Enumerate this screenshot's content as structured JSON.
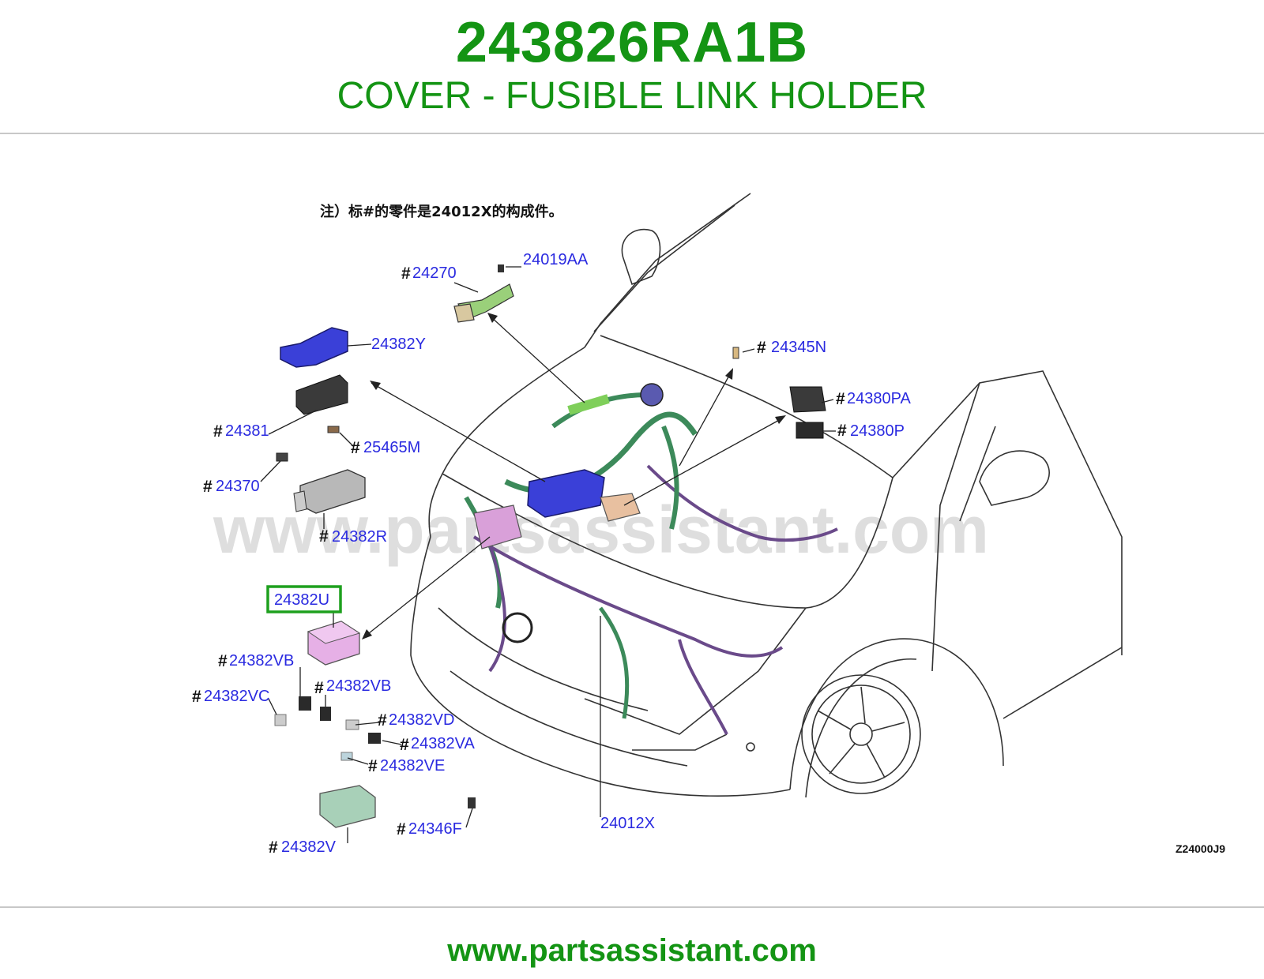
{
  "header": {
    "part_number": "243826RA1B",
    "description": "COVER - FUSIBLE LINK HOLDER"
  },
  "diagram": {
    "note": "注）标#的零件是24012X的构成件。",
    "watermark": "www.partsassistant.com",
    "diagram_code": "Z24000J9",
    "hash_mark": "#",
    "highlight_color": "#1ea01e",
    "label_color": "#2a2ae0",
    "callouts": [
      {
        "id": "24019AA",
        "hash": false,
        "label": "24019AA"
      },
      {
        "id": "24270",
        "hash": true,
        "label": "24270"
      },
      {
        "id": "24382Y",
        "hash": false,
        "label": "24382Y"
      },
      {
        "id": "24345N",
        "hash": true,
        "label": "24345N"
      },
      {
        "id": "24380PA",
        "hash": true,
        "label": "24380PA"
      },
      {
        "id": "24380P",
        "hash": true,
        "label": "24380P"
      },
      {
        "id": "24381",
        "hash": true,
        "label": "24381"
      },
      {
        "id": "25465M",
        "hash": true,
        "label": "25465M"
      },
      {
        "id": "24370",
        "hash": true,
        "label": "24370"
      },
      {
        "id": "24382R",
        "hash": true,
        "label": "24382R"
      },
      {
        "id": "24382U",
        "hash": false,
        "label": "24382U",
        "highlighted": true
      },
      {
        "id": "24382VB-1",
        "hash": true,
        "label": "24382VB"
      },
      {
        "id": "24382VB-2",
        "hash": true,
        "label": "24382VB"
      },
      {
        "id": "24382VC",
        "hash": true,
        "label": "24382VC"
      },
      {
        "id": "24382VD",
        "hash": true,
        "label": "24382VD"
      },
      {
        "id": "24382VA",
        "hash": true,
        "label": "24382VA"
      },
      {
        "id": "24382VE",
        "hash": true,
        "label": "24382VE"
      },
      {
        "id": "24346F",
        "hash": true,
        "label": "24346F"
      },
      {
        "id": "24382V",
        "hash": true,
        "label": "24382V"
      },
      {
        "id": "24012X",
        "hash": false,
        "label": "24012X"
      }
    ]
  },
  "footer": {
    "url": "www.partsassistant.com"
  }
}
